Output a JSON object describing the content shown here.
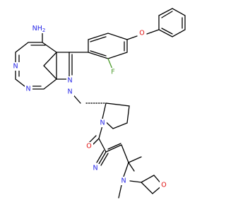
{
  "atoms": {
    "nh2": "NH",
    "nh2_sub": "2",
    "f": "F",
    "o_ether": "O",
    "n_pyr1": "N",
    "n_pyr2": "N",
    "n_pz1": "N",
    "n_pz2": "N",
    "n_pyrrolidine": "N",
    "o_carbonyl": "O",
    "nitrile_n": "N",
    "n_amine": "N",
    "o_oxetane": "O"
  },
  "colors": {
    "carbon": "#000000",
    "nitrogen": "#1f1fe6",
    "oxygen": "#e01010",
    "fluorine": "#4a9a2a"
  }
}
